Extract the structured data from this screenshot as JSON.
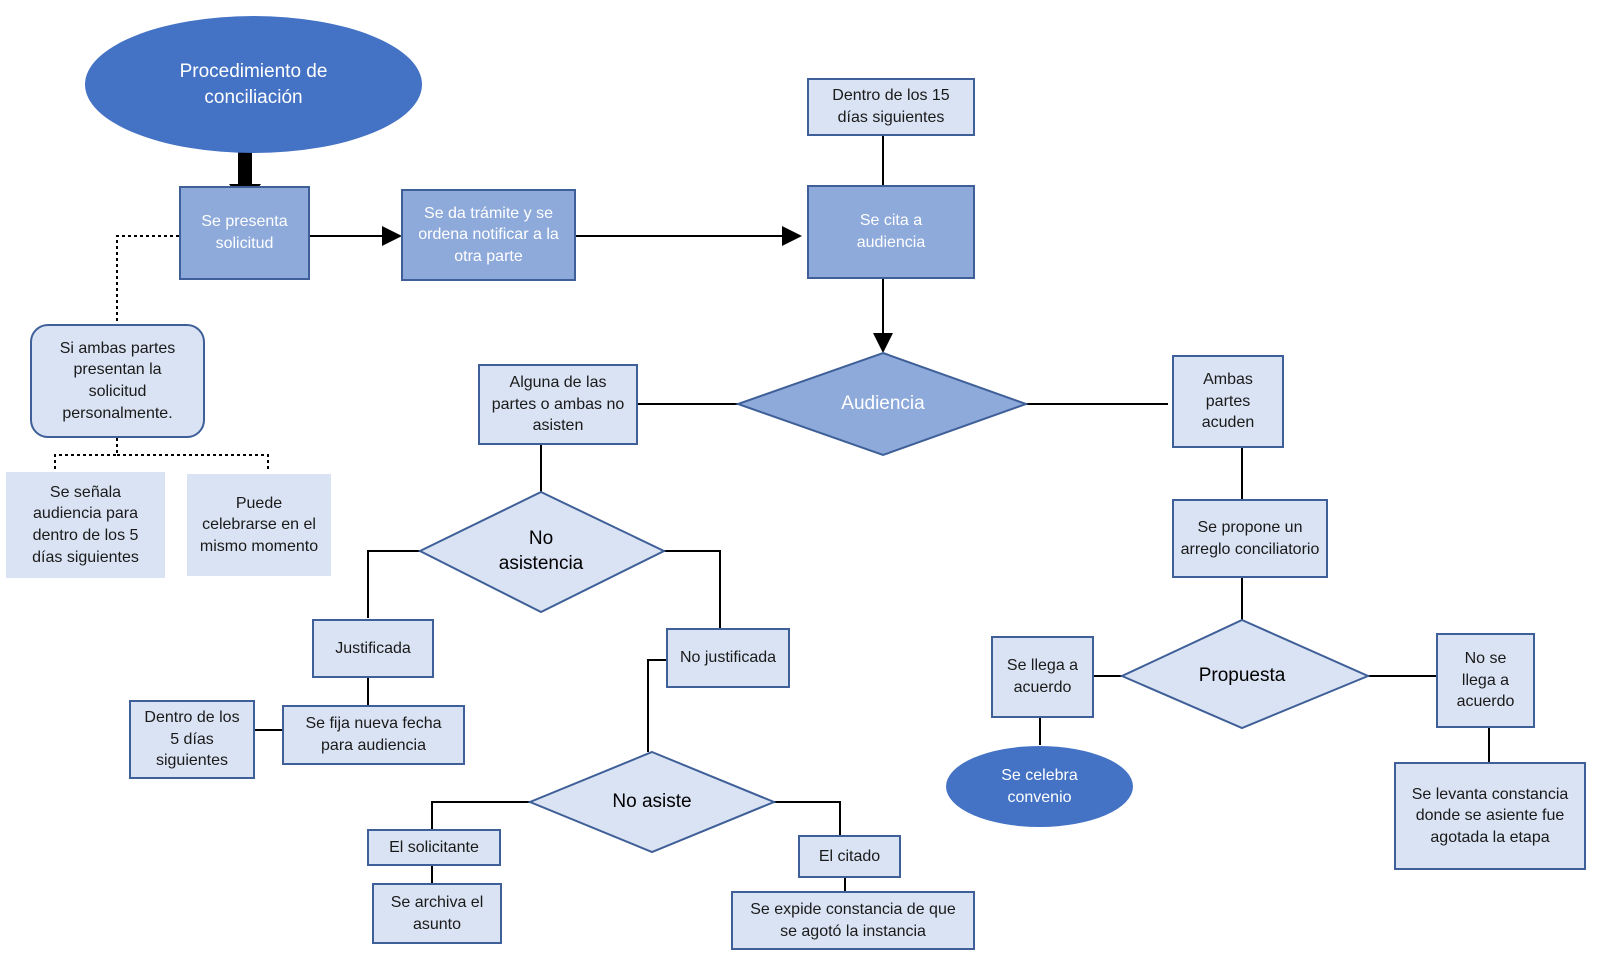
{
  "colors": {
    "ellipse": "#4472c4",
    "box_mid": "#8eaadb",
    "box_light": "#dae3f3",
    "diamond_mid": "#8eaadb",
    "diamond_light": "#dae3f3",
    "stroke": "#3e5f97"
  },
  "nodes": {
    "start": "Procedimiento de conciliación",
    "presenta_solicitud": "Se presenta solicitud",
    "tramite": "Se da trámite y se ordena notificar a la otra parte",
    "dentro_15": "Dentro de los 15 días siguientes",
    "cita_audiencia": "Se cita a audiencia",
    "ambas_personalmente": "Si ambas partes presentan la solicitud personalmente.",
    "senala_audiencia": "Se señala audiencia para dentro de los 5 días siguientes",
    "puede_celebrarse": "Puede celebrarse en el mismo momento",
    "audiencia": "Audiencia",
    "alguna_no_asisten": "Alguna de las partes o ambas no asisten",
    "ambas_acuden": "Ambas partes acuden",
    "no_asistencia": "No asistencia",
    "propone_arreglo": "Se propone un arreglo conciliatorio",
    "justificada": "Justificada",
    "no_justificada": "No justificada",
    "fija_nueva_fecha": "Se fija nueva fecha para audiencia",
    "dentro_5": "Dentro de los 5 días siguientes",
    "no_asiste": "No asiste",
    "el_solicitante": "El solicitante",
    "el_citado": "El citado",
    "archiva": "Se archiva el asunto",
    "expide_constancia": "Se expide constancia de que se agotó la instancia",
    "propuesta": "Propuesta",
    "llega_acuerdo": "Se llega a acuerdo",
    "no_llega_acuerdo": "No se llega a acuerdo",
    "celebra_convenio": "Se celebra convenio",
    "levanta_constancia": "Se levanta constancia donde se asiente fue agotada la etapa"
  }
}
